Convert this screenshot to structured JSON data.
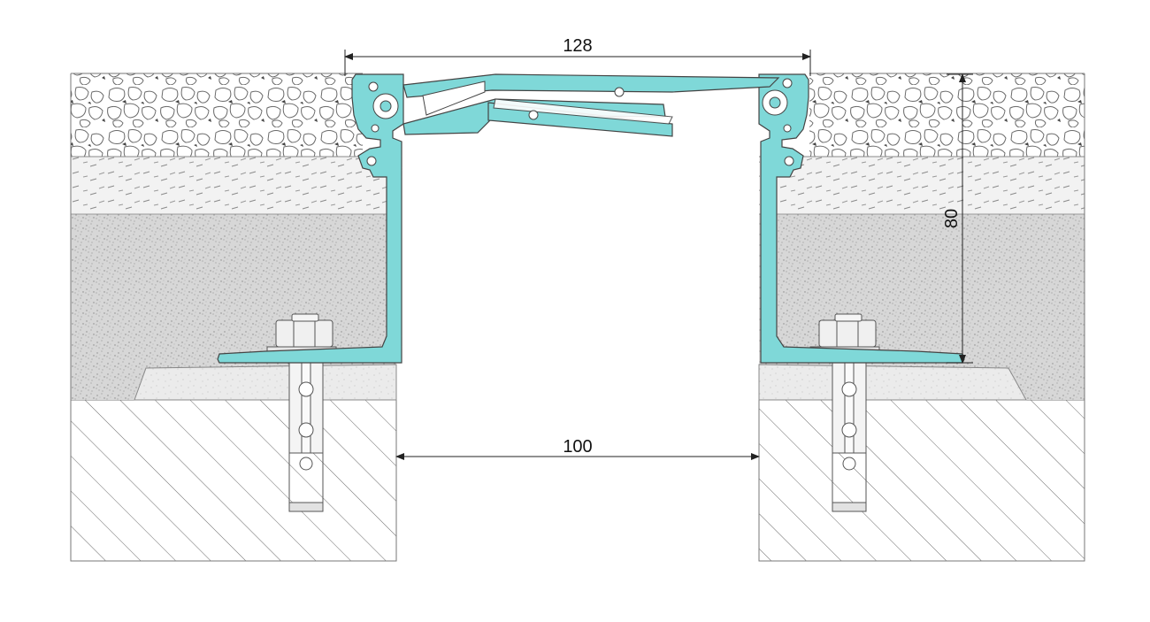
{
  "dimensions": {
    "top_width": "128",
    "gap_width": "100",
    "height": "80"
  },
  "colors": {
    "profile_fill": "#7fd8d8",
    "line": "#555555",
    "dimension_line": "#222222"
  }
}
